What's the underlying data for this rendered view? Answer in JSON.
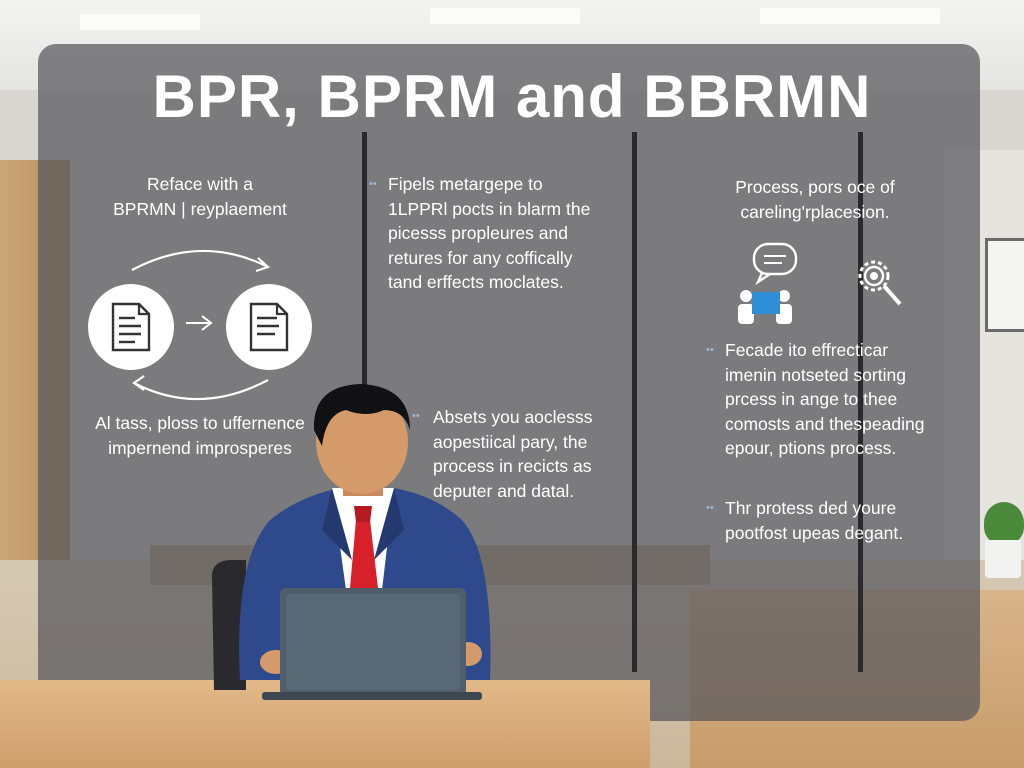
{
  "title": "BPR, BPRM and BBRMN",
  "left": {
    "heading_lines": [
      "Reface with a",
      "BPRMN | reyplaement"
    ],
    "footer_lines": [
      "Al tass, ploss to uffernence",
      "impernend improsperes"
    ],
    "icons": [
      "document-icon",
      "arrow-right-icon",
      "document-icon"
    ]
  },
  "middle": {
    "top_lines": [
      "Fipels metargepe to",
      "1LPPRl pocts in blarm the",
      "picesss propleures and",
      "retures for any coffically",
      "tand erffects moclates."
    ],
    "bottom_lines": [
      "Absets you aoclesss",
      "aopestiical pary, the",
      "process in recicts as",
      "deputer and datal."
    ]
  },
  "right": {
    "heading_lines": [
      "Process, pors oce of",
      "careling'rplacesion."
    ],
    "icons": [
      "chat-meeting-icon",
      "gear-search-icon"
    ],
    "bullet1_lines": [
      "Fecade ito effrecticar",
      "imenin notseted sorting",
      "prcess in ange to thee",
      "comosts and thespeading",
      "epour, ptions process."
    ],
    "bullet2_lines": [
      "Thr protess ded youre",
      "pootfost upeas degant."
    ]
  },
  "colors": {
    "panel": "#56565c",
    "bullet": "#9fb7d6",
    "suit": "#2f4a8c",
    "tie": "#d8202a"
  }
}
